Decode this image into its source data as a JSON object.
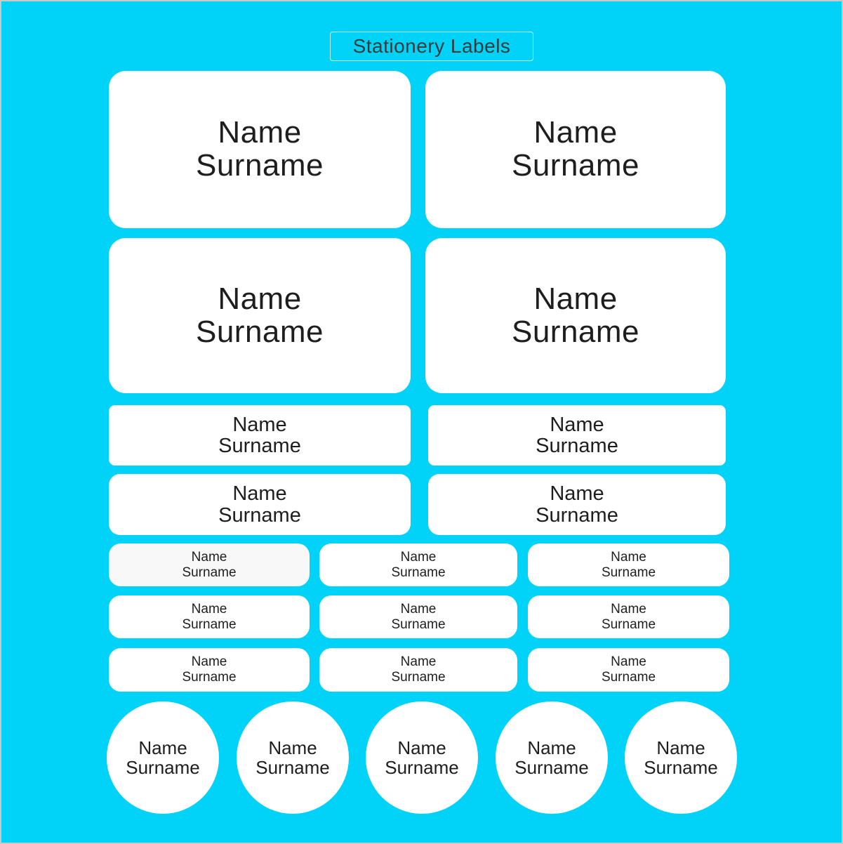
{
  "page": {
    "title": "Stationery Labels"
  },
  "label_text": {
    "line1": "Name",
    "line2": "Surname"
  },
  "colors": {
    "background": "#00d2f8",
    "label_fill": "#ffffff",
    "label_fill_highlight": "#f8f8f8",
    "label_text": "#1e1e1e",
    "title_text": "#3a3a3a",
    "title_box_border": "#e8f9fd",
    "page_border": "#c9c9c9"
  },
  "layout_groups": [
    {
      "shape": "large-rounded-rectangle",
      "count": 4
    },
    {
      "shape": "medium-rectangle",
      "count": 2
    },
    {
      "shape": "medium-rounded-rectangle",
      "count": 2
    },
    {
      "shape": "small-rounded-rectangle",
      "count": 9
    },
    {
      "shape": "circle",
      "count": 5
    }
  ]
}
